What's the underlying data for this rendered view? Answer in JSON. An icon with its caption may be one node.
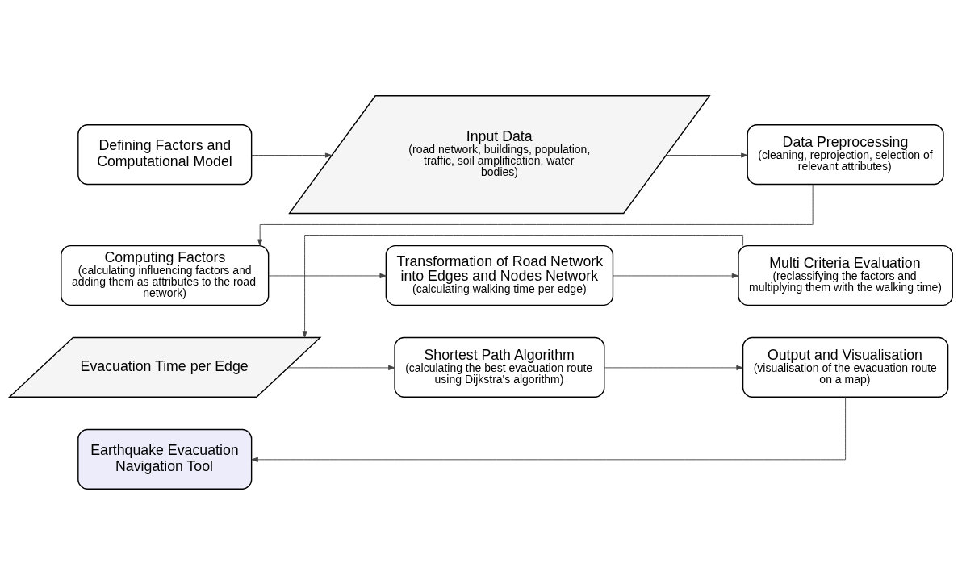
{
  "diagram": {
    "nodes": [
      {
        "text": [
          "Defining Factors and Computational Model"
        ]
      },
      {
        "text": [
          "Input Data",
          "(road network, buildings, population, traffic, soil amplification, water bodies)"
        ]
      },
      {
        "text": [
          "Data Preprocessing",
          "(cleaning, reprojection, selection of relevant attributes)"
        ]
      },
      {
        "text": [
          "Computing Factors",
          "(calculating influencing factors and adding them as attributes to the road network)"
        ]
      },
      {
        "text": [
          "Transformation of Road Network into Edges and Nodes Network",
          "(calculating walking time per edge)"
        ]
      },
      {
        "text": [
          "Multi Criteria Evaluation",
          "(reclassifying the factors and multiplying them with the walking time)"
        ]
      },
      {
        "text": [
          "Evacuation Time per Edge"
        ]
      },
      {
        "text": [
          "Shortest Path Algorithm",
          "(calculating the best evacuation route using Dijkstra's algorithm)"
        ]
      },
      {
        "text": [
          "Output and Visualisation",
          "(visualisation of the evacuation route on a map)"
        ]
      },
      {
        "text": [
          "Earthquake Evacuation Navigation Tool"
        ]
      }
    ],
    "edges": [
      {
        "from": 0,
        "to": 1,
        "arrow": "to"
      },
      {
        "from": 1,
        "to": 2,
        "arrow": "to"
      },
      {
        "from": 2,
        "to": 3,
        "arrow": "to"
      },
      {
        "from": 3,
        "to": 4,
        "arrow": "to"
      },
      {
        "from": 4,
        "to": 5,
        "arrow": "to"
      },
      {
        "from": 5,
        "to": 6,
        "arrow": "to"
      },
      {
        "from": 6,
        "to": 7,
        "arrow": "to"
      },
      {
        "from": 7,
        "to": 8,
        "arrow": "to"
      },
      {
        "from": 8,
        "to": 9,
        "arrow": "to"
      }
    ]
  }
}
